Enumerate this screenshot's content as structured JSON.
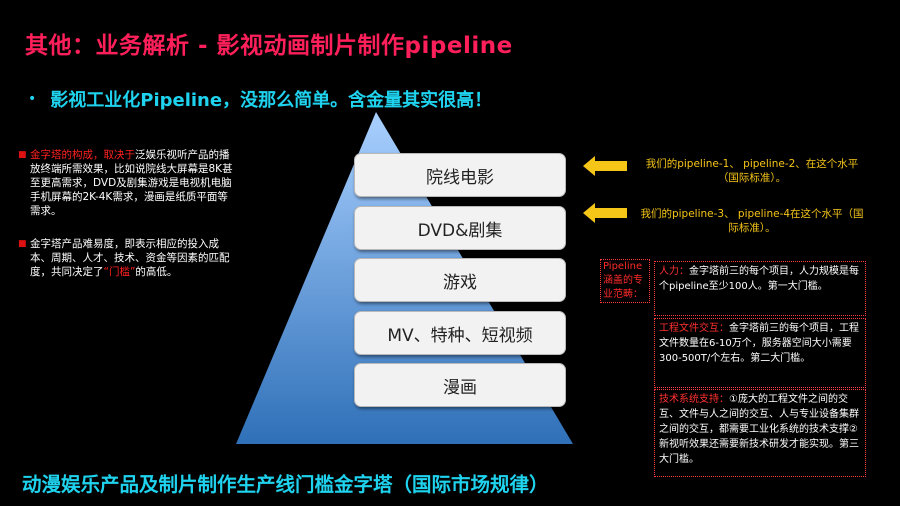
{
  "header": {
    "title": "其他：业务解析 - 影视动画制片制作pipeline",
    "subtitle_bullet": "•",
    "subtitle": "影视工业化Pipeline，没那么简单。含金量其实很高！"
  },
  "notes": [
    {
      "bullet": "■",
      "red": "金字塔的构成，取决于",
      "rest": "泛娱乐视听产品的播放终端所需效果，比如说院线大屏幕是8K甚至更高需求，DVD及剧集游戏是电视机电脑手机屏幕的2K-4K需求，漫画是纸质平面等需求。"
    },
    {
      "bullet": "■",
      "pre": "金字塔产品难易度，即表示相应的投入成本、周期、人才、技术、资金等因素的匹配度，共同决定了",
      "red": "“门槛”",
      "post": "的高低。"
    }
  ],
  "pyramid": {
    "color_top": "#a9d0ff",
    "color_bottom": "#2f70b8",
    "tiers": [
      "院线电影",
      "DVD&剧集",
      "游戏",
      "MV、特种、短视频",
      "漫画"
    ]
  },
  "arrows": {
    "color": "#f5c518",
    "icon": "arrow-left-icon"
  },
  "pipeline_notes": [
    "我们的pipeline-1、 pipeline-2、在这个水平（国际标准）。",
    "我们的pipeline-3、 pipeline-4在这个水平（国际标准）。"
  ],
  "scope": {
    "label": "Pipeline涵盖的专业范畴：",
    "items": [
      {
        "label": "人力：",
        "text": "金字塔前三的每个项目，人力规模是每个pipeline至少100人。第一大门槛。"
      },
      {
        "label": "工程文件交互：",
        "text": "金字塔前三的每个项目，工程文件数量在6-10万个，服务器空间大小需要300-500T/个左右。第二大门槛。"
      },
      {
        "label": "技术系统支持：",
        "text": "①庞大的工程文件之间的交互、文件与人之间的交互、人与专业设备集群之间的交互，都需要工业化系统的技术支撑②新视听效果还需要新技术研发才能实现。第三大门槛。"
      }
    ]
  },
  "footer": "动漫娱乐产品及制片制作生产线门槛金字塔（国际市场规律）",
  "colors": {
    "title": "#ff1f5a",
    "accent": "#1fd3ef",
    "warning": "#ff2020",
    "highlight": "#f5c518"
  }
}
